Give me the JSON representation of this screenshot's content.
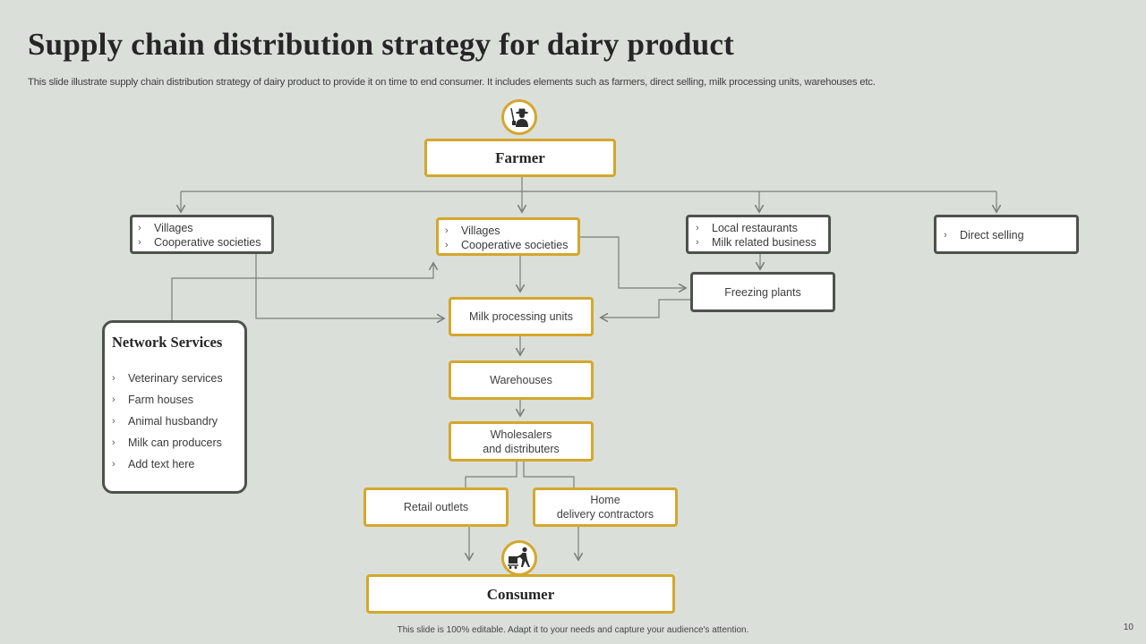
{
  "header": {
    "title": "Supply chain distribution strategy for dairy product",
    "subtitle": "This slide illustrate supply chain distribution strategy of dairy product to provide it on time to end consumer. It includes elements such as farmers, direct selling, milk processing units, warehouses etc."
  },
  "colors": {
    "accent": "#d4a72c",
    "dark_border": "#4d524c",
    "background": "#dadfd9",
    "connector": "#7a7f79"
  },
  "nodes": {
    "farmer": {
      "label": "Farmer",
      "icon": "farmer-icon"
    },
    "branch1": {
      "items": [
        "Villages",
        "Cooperative  societies"
      ]
    },
    "branch2": {
      "items": [
        "Villages",
        "Cooperative  societies"
      ]
    },
    "branch3": {
      "items": [
        "Local restaurants",
        "Milk related  business"
      ]
    },
    "branch4": {
      "items": [
        "Direct selling"
      ]
    },
    "freezing_plants": {
      "label": "Freezing plants"
    },
    "milk_processing": {
      "label": "Milk processing units"
    },
    "warehouses": {
      "label": "Warehouses"
    },
    "wholesalers": {
      "line1": "Wholesalers",
      "line2": "and distributers"
    },
    "retail": {
      "label": "Retail outlets"
    },
    "home_delivery": {
      "line1": "Home",
      "line2": "delivery  contractors"
    },
    "consumer": {
      "label": "Consumer",
      "icon": "shopper-cart-icon"
    },
    "network_services": {
      "title": "Network Services",
      "items": [
        "Veterinary services",
        "Farm houses",
        "Animal husbandry",
        "Milk can producers",
        "Add text here"
      ]
    }
  },
  "bullet_glyph": "›",
  "footer": {
    "note": "This slide is 100% editable.  Adapt it to your needs and capture your audience's attention.",
    "page_number": "10"
  }
}
